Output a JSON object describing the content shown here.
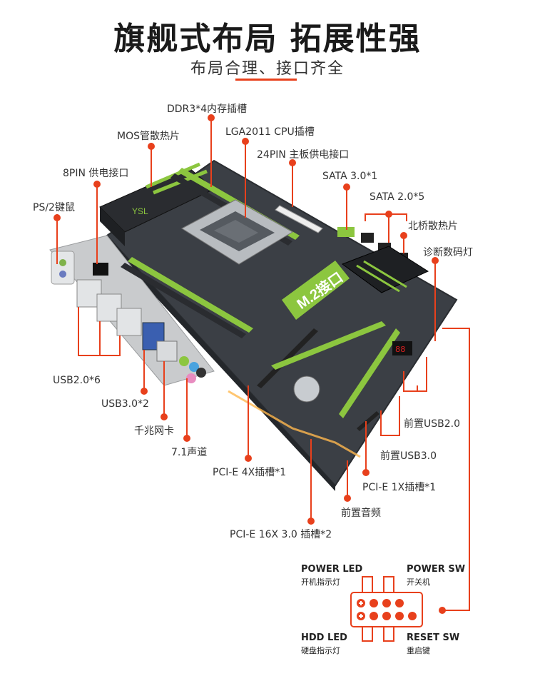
{
  "header": {
    "title": "旗舰式布局 拓展性强",
    "subtitle": "布局合理、接口齐全"
  },
  "colors": {
    "accent": "#e8401c",
    "board": "#3b3f45",
    "slot_green": "#8cc63f",
    "heatsink": "#2a2c30"
  },
  "board": {
    "m2_label": "M.2接口",
    "heatsink_logo": "YSL"
  },
  "callouts": {
    "ddr3": "DDR3*4内存插槽",
    "mos": "MOS管散热片",
    "lga": "LGA2011 CPU插槽",
    "pin8": "8PIN 供电接口",
    "pin24": "24PIN 主板供电接口",
    "sata3": "SATA 3.0*1",
    "ps2": "PS/2键鼠",
    "sata2": "SATA 2.0*5",
    "northbridge": "北桥散热片",
    "debug": "诊断数码灯",
    "usb2": "USB2.0*6",
    "usb3": "USB3.0*2",
    "lan": "千兆网卡",
    "audio": "7.1声道",
    "pcie4x": "PCI-E 4X插槽*1",
    "front_usb2": "前置USB2.0",
    "front_usb3": "前置USB3.0",
    "pcie1x": "PCI-E 1X插槽*1",
    "front_audio": "前置音频",
    "pcie16x": "PCI-E 16X 3.0 插槽*2"
  },
  "panel": {
    "power_led": "POWER LED",
    "power_led_cn": "开机指示灯",
    "power_sw": "POWER SW",
    "power_sw_cn": "开关机",
    "hdd_led": "HDD LED",
    "hdd_led_cn": "硬盘指示灯",
    "reset_sw": "RESET SW",
    "reset_sw_cn": "重启键"
  }
}
